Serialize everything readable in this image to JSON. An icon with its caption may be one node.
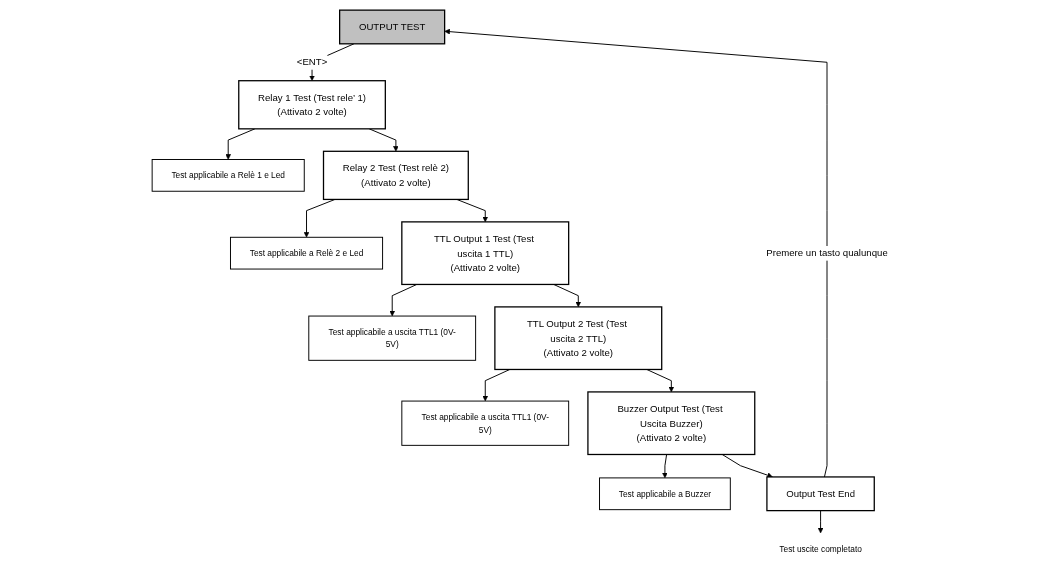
{
  "diagram": {
    "nodes": [
      {
        "text": [
          "OUTPUT TEST"
        ]
      },
      {
        "text": [
          "Relay 1 Test (Test rele’ 1)",
          "(Attivato 2 volte)"
        ]
      },
      {
        "text": [
          "Test applicabile a Relè 1 e Led"
        ]
      },
      {
        "text": [
          "Relay 2 Test (Test relè 2)",
          "(Attivato 2 volte)"
        ]
      },
      {
        "text": [
          "Test applicabile a Relè 2 e Led"
        ]
      },
      {
        "text": [
          "TTL Output 1 Test (Test uscita 1 TTL)",
          "(Attivato 2 volte)"
        ]
      },
      {
        "text": [
          "Test applicabile a uscita TTL1 (0V-5V)"
        ]
      },
      {
        "text": [
          "TTL Output 2 Test (Test uscita 2 TTL)",
          "(Attivato 2 volte)"
        ]
      },
      {
        "text": [
          "Test applicabile a uscita TTL1 (0V-5V)"
        ]
      },
      {
        "text": [
          "Buzzer Output Test (Test Uscita Buzzer)",
          "(Attivato 2 volte)"
        ]
      },
      {
        "text": [
          "Test applicabile a Buzzer"
        ]
      },
      {
        "text": [
          "Output Test End"
        ]
      },
      {
        "text": [
          "Test uscite completato"
        ]
      }
    ],
    "edges": [
      {
        "from": 0,
        "to": 1,
        "arrow": "to",
        "label": "<ENT>"
      },
      {
        "from": 1,
        "to": 2,
        "arrow": "to"
      },
      {
        "from": 1,
        "to": 3,
        "arrow": "to"
      },
      {
        "from": 3,
        "to": 4,
        "arrow": "to"
      },
      {
        "from": 3,
        "to": 5,
        "arrow": "to"
      },
      {
        "from": 5,
        "to": 6,
        "arrow": "to"
      },
      {
        "from": 5,
        "to": 7,
        "arrow": "to"
      },
      {
        "from": 7,
        "to": 8,
        "arrow": "to"
      },
      {
        "from": 7,
        "to": 9,
        "arrow": "to"
      },
      {
        "from": 9,
        "to": 10,
        "arrow": "to"
      },
      {
        "from": 9,
        "to": 11,
        "arrow": "to"
      },
      {
        "from": 11,
        "to": 0,
        "arrow": "to",
        "label": "Premere un tasto qualunque"
      },
      {
        "from": 11,
        "to": 12,
        "arrow": "to"
      }
    ]
  }
}
